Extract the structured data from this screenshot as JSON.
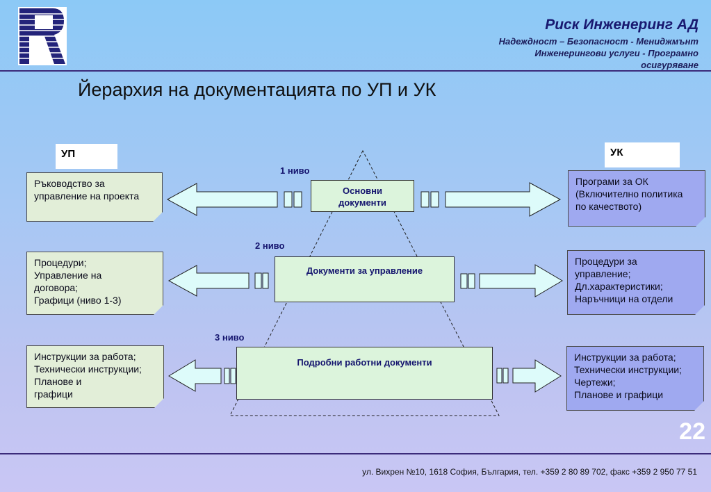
{
  "header": {
    "company": "Риск Инженеринг АД",
    "tagline_1": "Надеждност – Безопасност - Мениджмънт",
    "tagline_2": "Инженерингови услуги - Програмно",
    "tagline_3": "осигуряване",
    "logo_letter": "R"
  },
  "title": "Йерархия на документацията по УП и УК",
  "left_header": "УП",
  "right_header": "УК",
  "levels": [
    "1 ниво",
    "2 ниво",
    "3 ниво"
  ],
  "center_boxes": [
    "Основни документи",
    "Документи за управление",
    "Подробни работни документи"
  ],
  "left_notes": [
    [
      "Ръководство за",
      "управление на проекта"
    ],
    [
      "Процедури;",
      "Управление на",
      "договора;",
      "Графици (ниво 1-3)"
    ],
    [
      "Инструкции за работа;",
      "Технически инструкции;",
      "Планове и",
      "графици"
    ]
  ],
  "right_notes": [
    [
      " Програми за ОК",
      "(Включително политика",
      "по качеството)"
    ],
    [
      "Процедури за",
      "управление;",
      "Дл.характеристики;",
      "Наръчници на отдели"
    ],
    [
      "Инструкции за работа;",
      "Технически инструкции;",
      "Чертежи;",
      "Планове и графици"
    ]
  ],
  "page_number": "22",
  "footer": "ул. Вихрен №10, 1618 София, България, тел. +359 2 80 89 702, факс +359 2 950 77 51",
  "colors": {
    "arrow_fill": "#ddfbfa",
    "note_left": "#e2eed8",
    "note_right": "#9fa9f0",
    "box_fill": "#dcf4dc",
    "rule": "#3b2b7a"
  }
}
